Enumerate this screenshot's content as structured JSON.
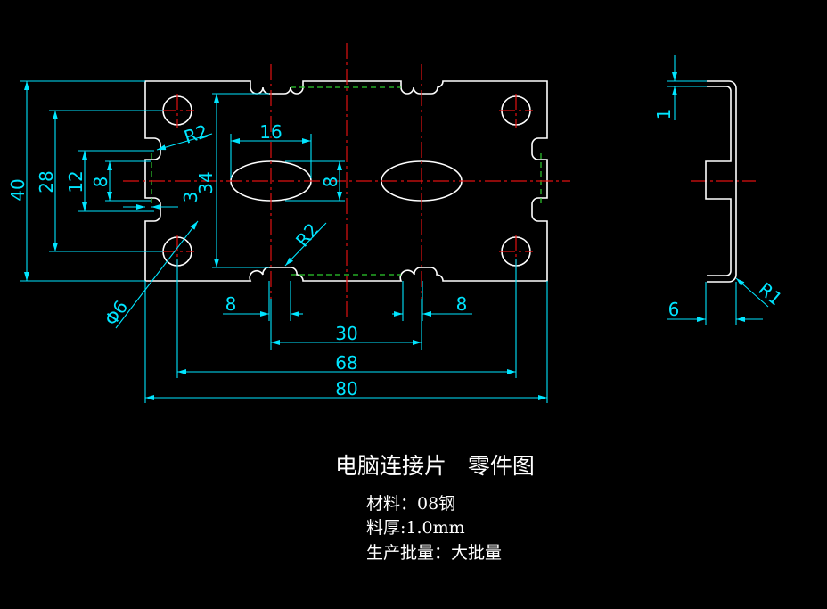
{
  "title": "电脑连接片   零件图",
  "info": {
    "material": "材料：08钢",
    "thickness": "料厚:1.0mm",
    "batch": "生产批量：大批量"
  },
  "dims": {
    "d40": "40",
    "d28": "28",
    "d12": "12",
    "d8v": "8",
    "d3": "3",
    "d34": "34",
    "d16": "16",
    "d8slot": "8",
    "r2a": "R2",
    "r2b": "R2",
    "phi6": "Φ6",
    "d8l": "8",
    "d8r": "8",
    "d30": "30",
    "d68": "68",
    "d80": "80",
    "t1": "1",
    "d6": "6",
    "r1": "R1"
  },
  "colors": {
    "background": "#000000",
    "outline": "#ffffff",
    "dimension": "#00e5ff",
    "centerline": "#e01010",
    "hidden": "#2ecc2e"
  }
}
